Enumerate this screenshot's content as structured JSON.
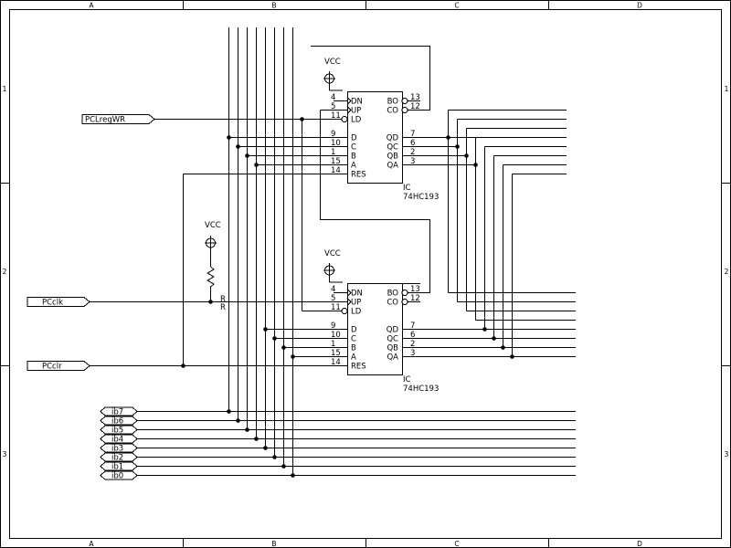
{
  "frame": {
    "columns": [
      "A",
      "B",
      "C",
      "D"
    ],
    "rows": [
      "1",
      "2",
      "3"
    ]
  },
  "signals": {
    "pclregwr": "PCLregWR",
    "pcclk": "PCclk",
    "pcclr": "PCclr",
    "bus": [
      "ib7",
      "ib6",
      "ib5",
      "ib4",
      "ib3",
      "ib2",
      "ib1",
      "ib0"
    ]
  },
  "vcc_label": "VCC",
  "resistor_pins": [
    "R",
    "R"
  ],
  "ics": [
    {
      "name_line1": "IC",
      "name_line2": "74HC193",
      "left_pins": [
        {
          "num": "4",
          "name": "DN"
        },
        {
          "num": "5",
          "name": "UP"
        },
        {
          "num": "11",
          "name": "LD"
        },
        {
          "num": "9",
          "name": "D"
        },
        {
          "num": "10",
          "name": "C"
        },
        {
          "num": "1",
          "name": "B"
        },
        {
          "num": "15",
          "name": "A"
        },
        {
          "num": "14",
          "name": "RES"
        }
      ],
      "right_pins": [
        {
          "num": "13",
          "name": "BO"
        },
        {
          "num": "12",
          "name": "CO"
        },
        {
          "num": "7",
          "name": "QD"
        },
        {
          "num": "6",
          "name": "QC"
        },
        {
          "num": "2",
          "name": "QB"
        },
        {
          "num": "3",
          "name": "QA"
        }
      ]
    },
    {
      "name_line1": "IC",
      "name_line2": "74HC193",
      "left_pins": [
        {
          "num": "4",
          "name": "DN"
        },
        {
          "num": "5",
          "name": "UP"
        },
        {
          "num": "11",
          "name": "LD"
        },
        {
          "num": "9",
          "name": "D"
        },
        {
          "num": "10",
          "name": "C"
        },
        {
          "num": "1",
          "name": "B"
        },
        {
          "num": "15",
          "name": "A"
        },
        {
          "num": "14",
          "name": "RES"
        }
      ],
      "right_pins": [
        {
          "num": "13",
          "name": "BO"
        },
        {
          "num": "12",
          "name": "CO"
        },
        {
          "num": "7",
          "name": "QD"
        },
        {
          "num": "6",
          "name": "QC"
        },
        {
          "num": "2",
          "name": "QB"
        },
        {
          "num": "3",
          "name": "QA"
        }
      ]
    }
  ]
}
